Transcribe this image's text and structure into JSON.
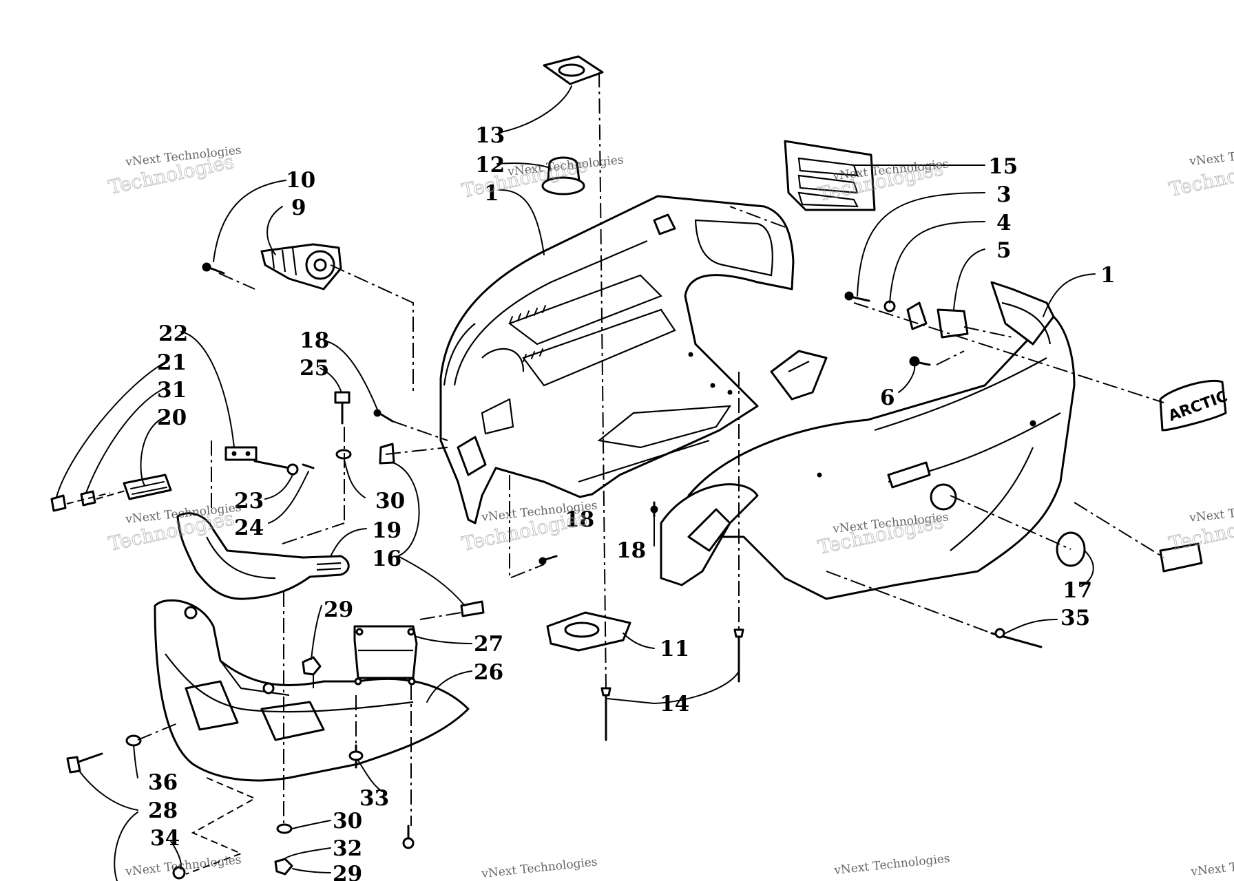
{
  "emblem_text": "ARCTIC",
  "watermark": {
    "small": "vNext Technologies",
    "large": "Technologies",
    "partial_large": "vNext"
  },
  "labels": {
    "l1a": "1",
    "l1b": "1",
    "l3": "3",
    "l4": "4",
    "l5": "5",
    "l6": "6",
    "l9": "9",
    "l10": "10",
    "l11": "11",
    "l12": "12",
    "l13": "13",
    "l14": "14",
    "l15": "15",
    "l16": "16",
    "l17": "17",
    "l18a": "18",
    "l18b": "18",
    "l18c": "18",
    "l19": "19",
    "l20": "20",
    "l21": "21",
    "l22": "22",
    "l23": "23",
    "l24": "24",
    "l25": "25",
    "l26": "26",
    "l27": "27",
    "l28": "28",
    "l29a": "29",
    "l29b": "29",
    "l30a": "30",
    "l30b": "30",
    "l31": "31",
    "l32": "32",
    "l33": "33",
    "l34": "34",
    "l35": "35",
    "l36": "36"
  }
}
